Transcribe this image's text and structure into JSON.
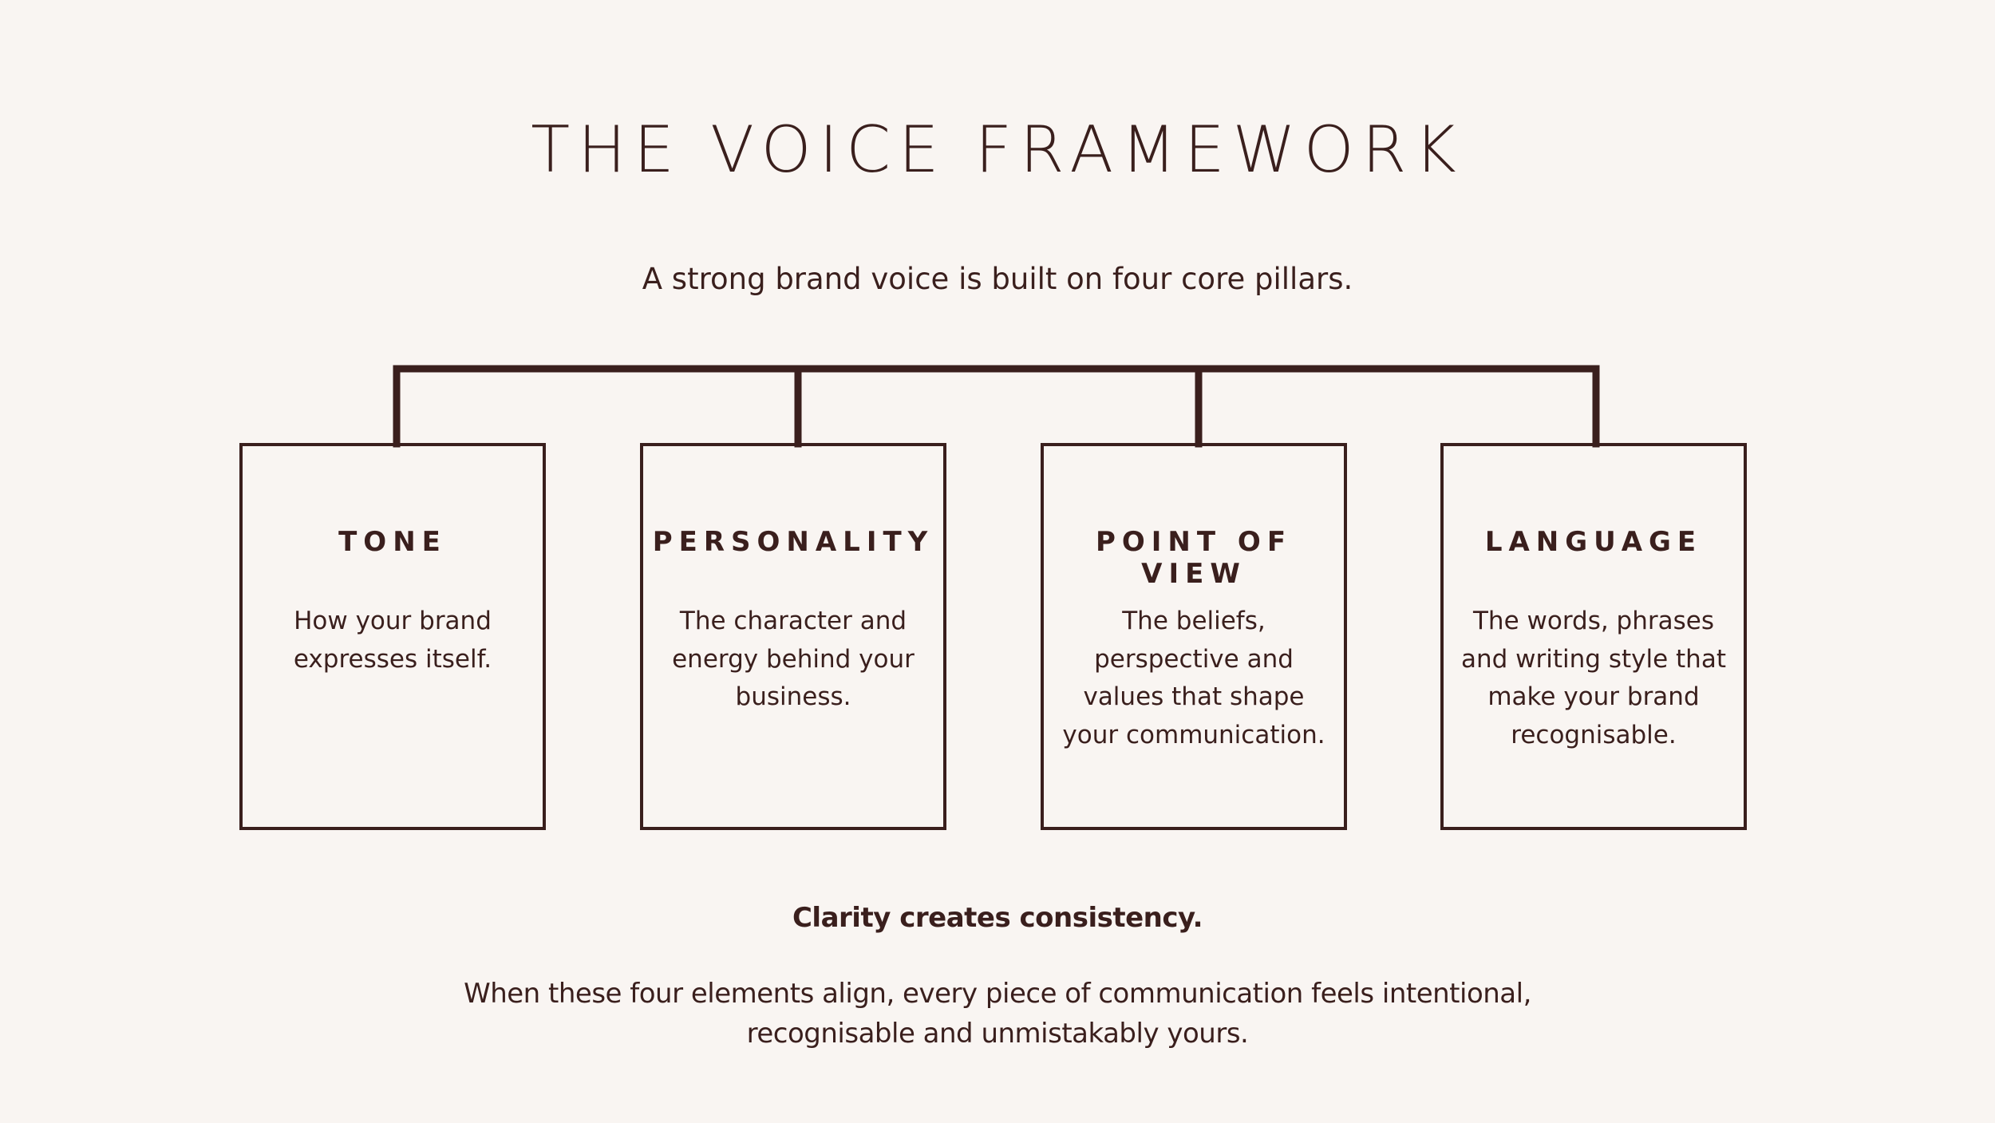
{
  "title": "THE VOICE FRAMEWORK",
  "subtitle": "A strong brand voice is built on four core pillars.",
  "pillars": [
    {
      "title": "TONE",
      "desc": "How your brand expresses itself."
    },
    {
      "title": "PERSONALITY",
      "desc": "The character and energy behind your business."
    },
    {
      "title": "POINT OF VIEW",
      "desc": "The beliefs, perspective and values that shape your communication."
    },
    {
      "title": "LANGUAGE",
      "desc": "The words, phrases and writing style that make your brand recognisable."
    }
  ],
  "tagline": "Clarity creates consistency.",
  "closing": {
    "line1": "When these four elements align, every piece of communication feels intentional,",
    "line2": "recognisable and unmistakably yours."
  },
  "colors": {
    "background": "#f9f5f2",
    "ink": "#3a1f1d"
  }
}
